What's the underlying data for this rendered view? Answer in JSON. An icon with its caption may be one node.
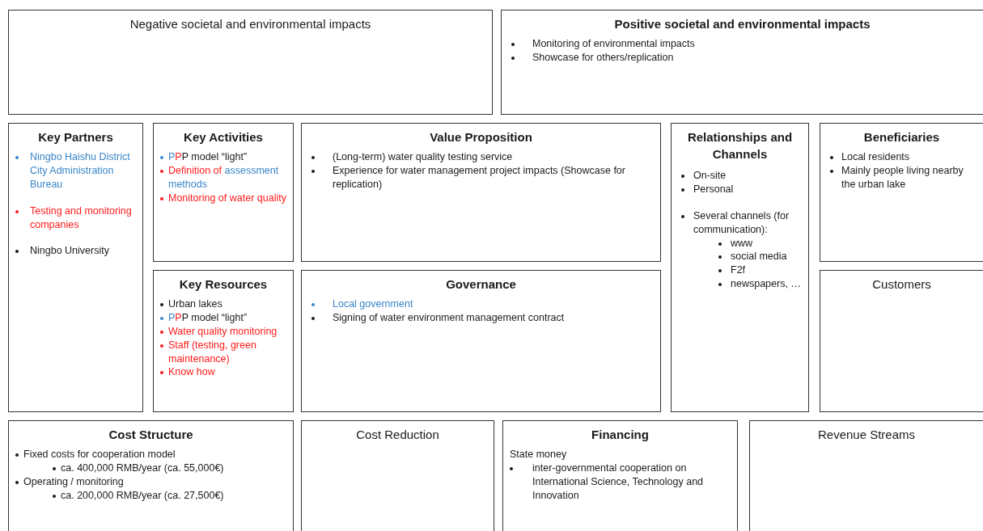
{
  "diagram": {
    "nodes": [
      {
        "text": [
          "Negative societal and environmental impacts"
        ]
      },
      {
        "text": [
          "Positive societal and environmental impacts",
          "Monitoring of environmental impacts",
          "Showcase for others/replication"
        ]
      },
      {
        "text": [
          "Key Partners",
          "Ningbo Haishu District City Administration Bureau",
          "Testing and monitoring companies",
          "Ningbo University"
        ]
      },
      {
        "text": [
          "Key Activities",
          "PPP model “light”",
          "Definition of assessment methods",
          "Monitoring of water quality"
        ]
      },
      {
        "text": [
          "Key Resources",
          "Urban lakes",
          "PPP model “light”",
          "Water quality monitoring",
          "Staff (testing, green maintenance)",
          "Know how"
        ]
      },
      {
        "text": [
          "Value Proposition",
          "(Long-term) water quality testing service",
          "Experience for water management project impacts (Showcase for replication)"
        ]
      },
      {
        "text": [
          "Governance",
          "Local government",
          "Signing of water environment management contract"
        ]
      },
      {
        "text": [
          "Relationships and Channels",
          "On-site",
          "Personal",
          "Several channels (for communication):",
          "www",
          "social media",
          "F2f",
          "newspapers, …"
        ]
      },
      {
        "text": [
          "Beneficiaries",
          "Local residents",
          "Mainly people living nearby the urban lake"
        ]
      },
      {
        "text": [
          "Customers"
        ]
      },
      {
        "text": [
          "Cost Structure",
          "Fixed costs for cooperation model",
          "ca. 400,000 RMB/year (ca. 55,000€)",
          "Operating / monitoring",
          "ca. 200,000 RMB/year (ca. 27,500€)"
        ]
      },
      {
        "text": [
          "Cost Reduction"
        ]
      },
      {
        "text": [
          "Financing",
          "State money",
          "inter-governmental cooperation on International Science, Technology and Innovation"
        ]
      },
      {
        "text": [
          "Revenue Streams"
        ]
      }
    ]
  }
}
